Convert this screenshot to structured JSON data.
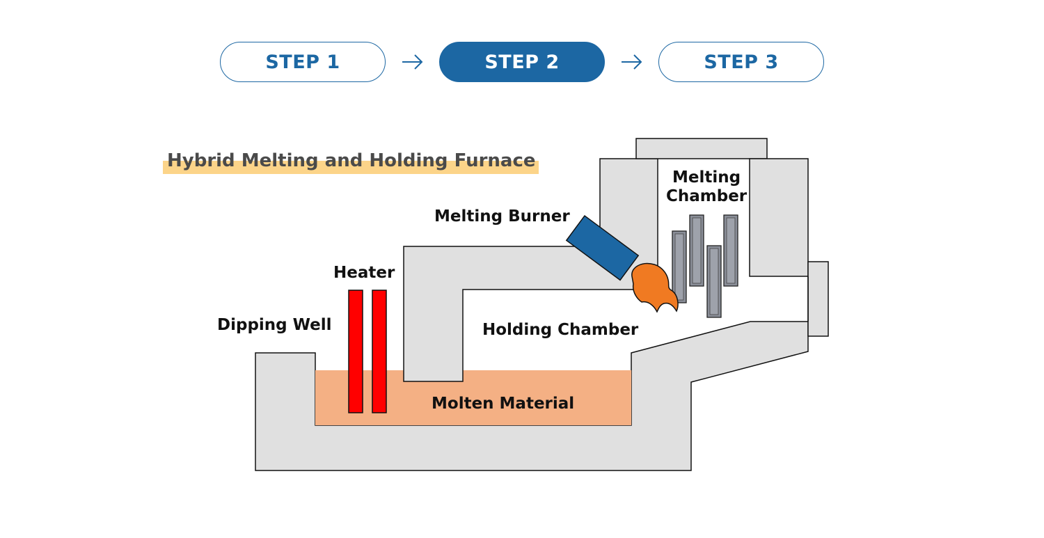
{
  "steps": [
    {
      "label": "STEP 1",
      "active": false
    },
    {
      "label": "STEP 2",
      "active": true
    },
    {
      "label": "STEP 3",
      "active": false
    }
  ],
  "title": "Hybrid Melting and Holding Furnace",
  "labels": {
    "melting_burner": "Melting Burner",
    "melting_chamber_line1": "Melting",
    "melting_chamber_line2": "Chamber",
    "heater": "Heater",
    "dipping_well": "Dipping Well",
    "holding_chamber": "Holding Chamber",
    "molten_material": "Molten Material"
  },
  "colors": {
    "accent": "#1c67a3",
    "furnace_wall": "#e0e0e0",
    "molten": "#f4b084",
    "heater": "#ff0000",
    "flame": "#f07a22",
    "electrode": "#8a8e98",
    "title_highlight": "#fcd489"
  }
}
